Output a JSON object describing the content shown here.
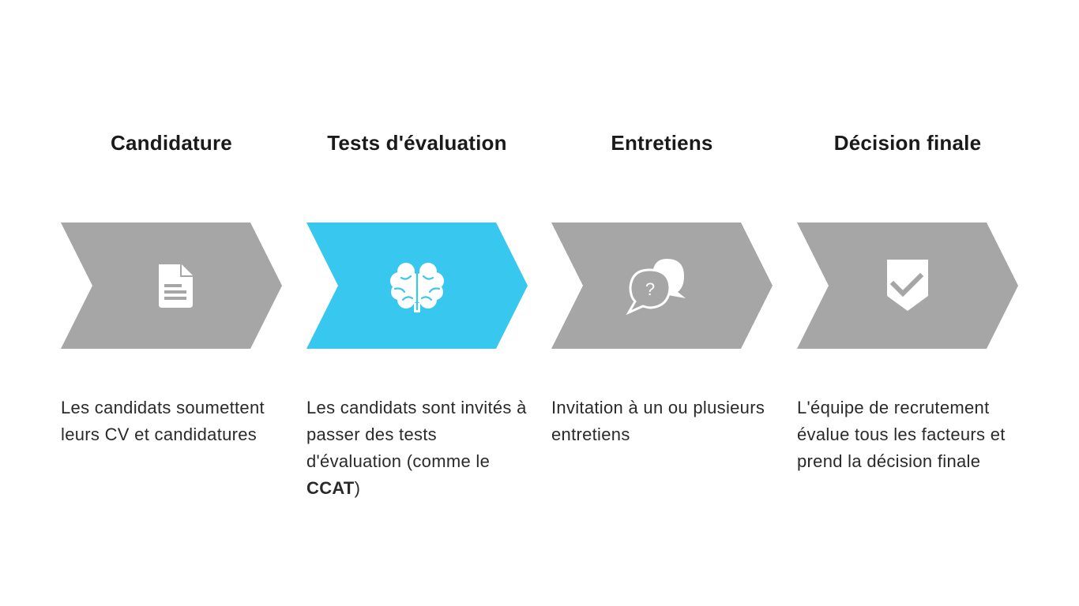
{
  "colors": {
    "inactive": "#a6a6a6",
    "active": "#38c8ef",
    "icon": "#ffffff"
  },
  "steps": [
    {
      "title": "Candidature",
      "icon": "document-icon",
      "active": false,
      "description": "Les candidats soumettent leurs CV et candidatures"
    },
    {
      "title": "Tests d'évaluation",
      "icon": "brain-icon",
      "active": true,
      "description_before": "Les candidats sont invités à passer des tests d'évaluation (comme le ",
      "description_bold": "CCAT",
      "description_after": ")"
    },
    {
      "title": "Entretiens",
      "icon": "chat-question-icon",
      "active": false,
      "description": "Invitation à un ou plusieurs entretiens"
    },
    {
      "title": "Décision finale",
      "icon": "shield-check-icon",
      "active": false,
      "description": "L'équipe de recrutement évalue tous les facteurs et prend la décision finale"
    }
  ]
}
